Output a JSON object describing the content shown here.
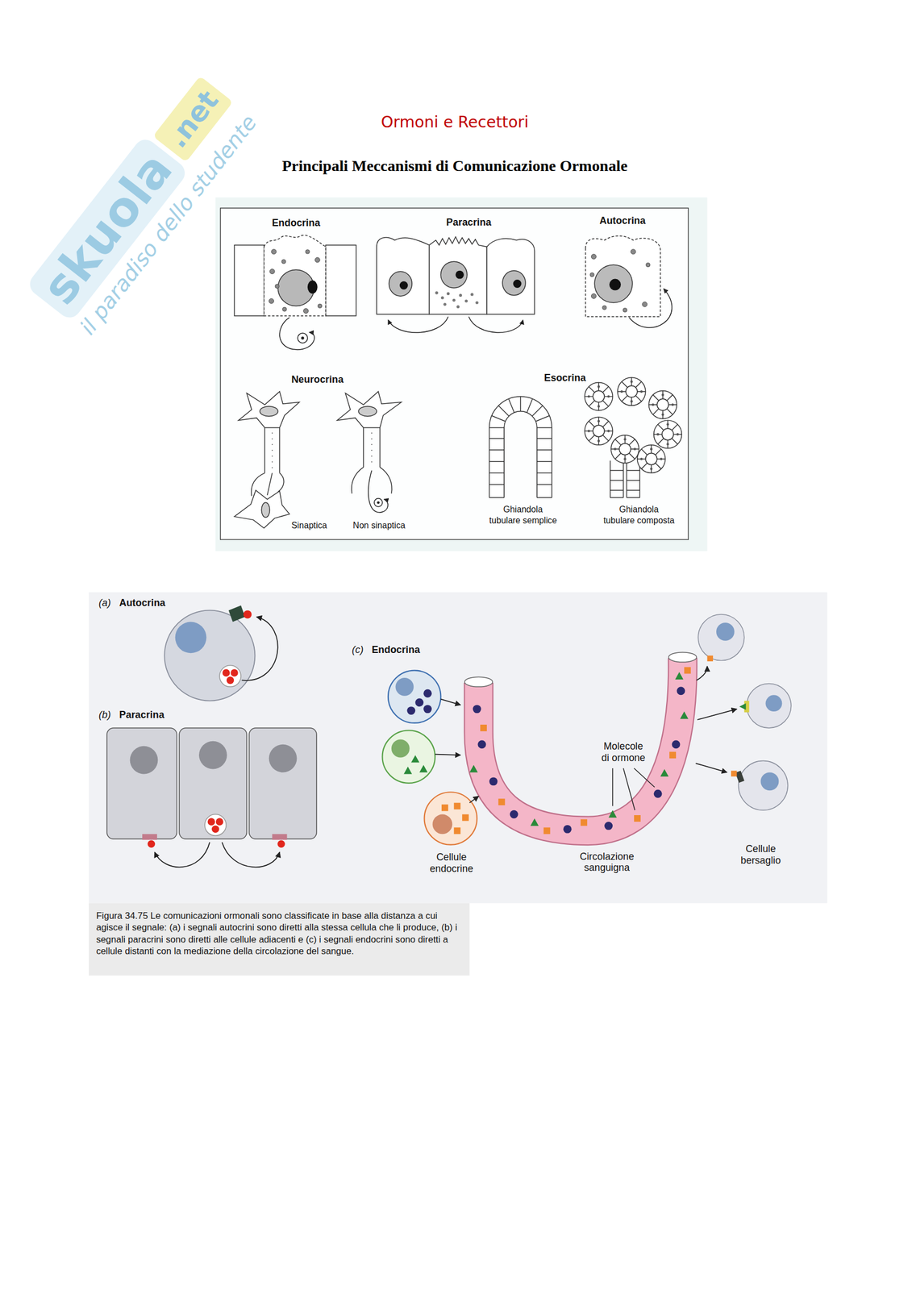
{
  "diagram": {
    "title": "Ormoni e Recettori",
    "caption": "Figura 34.75 Le comunicazioni ormonali sono classificate in base alla distanza a cui agisce il segnale: (a) i segnali autocrini sono diretti alla stessa cellula che li produce, (b) i segnali paracrini sono diretti alle cellule adiacenti e (c) i segnali endocrini sono diretti a cellule distanti con la mediazione della circolazione del sangue.",
    "labels": [
      "skuola",
      ".net",
      "il paradiso dello studente",
      "Principali Meccanismi di Comunicazione Ormonale",
      "Endocrina",
      "Paracrina",
      "Autocrina",
      "Neurocrina",
      "Esocrina",
      "Sinaptica",
      "Non sinaptica",
      "Ghiandola tubulare semplice",
      "Ghiandola tubulare composta",
      "(a)",
      "Autocrina",
      "(b)",
      "Paracrina",
      "(c)",
      "Endocrina",
      "Molecole di ormone",
      "Cellule endocrine",
      "Circolazione sanguigna",
      "Cellule bersaglio"
    ]
  }
}
